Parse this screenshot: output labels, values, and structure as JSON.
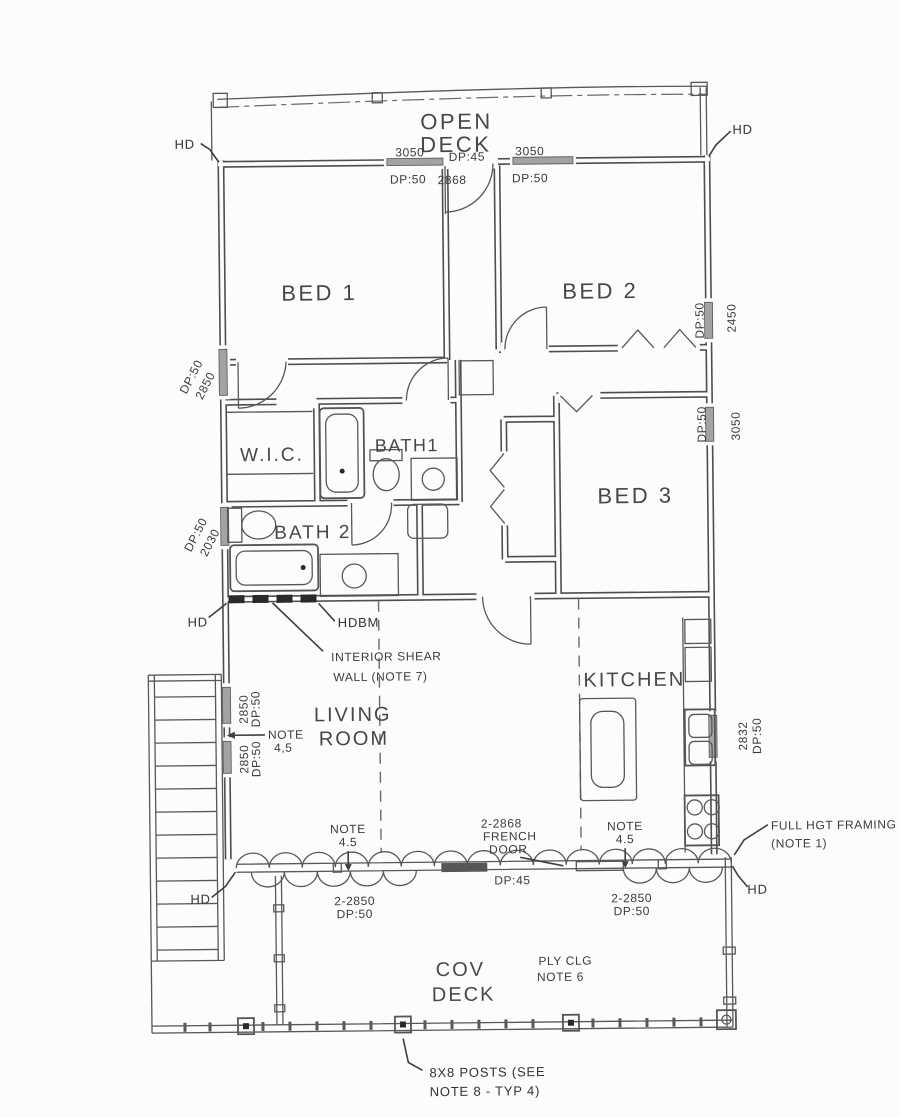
{
  "style": {
    "ink": "#4e4e4e",
    "paper": "#fcfcfb",
    "window_glaze": "#a3a3a3",
    "shear_wall_fill": "#2a2a2a"
  },
  "rooms": {
    "open_deck": [
      "OPEN",
      "DECK"
    ],
    "bed1": "BED 1",
    "bed2": "BED 2",
    "bed3": "BED 3",
    "wic": "W.I.C.",
    "bath1": "BATH1",
    "bath2": "BATH 2",
    "kitchen": "KITCHEN",
    "living_room": [
      "LIVING",
      "ROOM"
    ],
    "cov_deck": [
      "COV",
      "DECK"
    ]
  },
  "openings": {
    "front_window_left": {
      "size": "3050",
      "rating": "DP:50"
    },
    "front_door": {
      "size": "2868",
      "rating": "DP:45"
    },
    "front_window_right": {
      "size": "3050",
      "rating": "DP:50"
    },
    "left_window_bed1": {
      "size": "2850",
      "rating": "DP:50"
    },
    "left_window_bath2": {
      "size": "2030",
      "rating": "DP:50"
    },
    "stair_window_upper": {
      "size": "2850",
      "rating": "DP:50"
    },
    "stair_window_lower": {
      "size": "2850",
      "rating": "DP:50"
    },
    "right_window_bed2": {
      "size": "2450",
      "rating": "DP:50"
    },
    "right_window_bed3": {
      "size": "3050",
      "rating": "DP:50"
    },
    "kitchen_window": {
      "size": "2832",
      "rating": "DP:50"
    },
    "french_door": {
      "label": [
        "2-2868",
        "FRENCH",
        "DOOR"
      ],
      "rating": "DP:45"
    },
    "south_window_left": {
      "size": "2-2850",
      "rating": "DP:50"
    },
    "south_window_right": {
      "size": "2-2850",
      "rating": "DP:50"
    }
  },
  "annotations": {
    "hd": "HD",
    "hdbm": "HDBM",
    "shear_wall": [
      "INTERIOR SHEAR",
      "WALL (NOTE 7)"
    ],
    "full_height_framing": [
      "FULL HGT FRAMING",
      "(NOTE 1)"
    ],
    "note_45": [
      "NOTE",
      "4.5"
    ],
    "note_45_stairs": [
      "NOTE",
      "4,5"
    ],
    "ply_ceiling": [
      "PLY CLG",
      "NOTE 6"
    ],
    "posts": [
      "8X8 POSTS (SEE",
      "NOTE 8 - TYP 4)"
    ]
  }
}
